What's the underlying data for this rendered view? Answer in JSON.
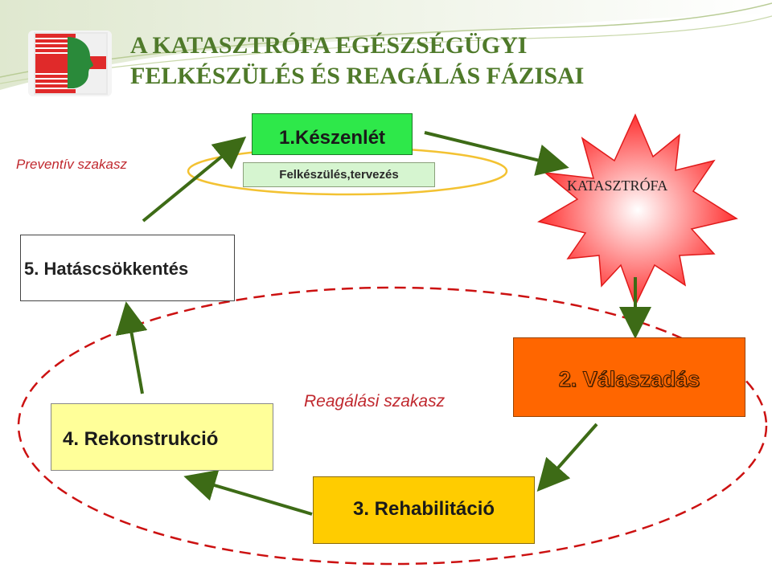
{
  "title_line1": "A KATASZTRÓFA EGÉSZSÉGÜGYI",
  "title_line2": "FELKÉSZÜLÉS ÉS REAGÁLÁS FÁZISAI",
  "preventive_label": "Preventív szakasz",
  "reactive_label": "Reagálási szakasz",
  "stage1": {
    "title": "1.Készenlét",
    "subtitle": "Felkészülés,tervezés"
  },
  "disaster_label": "KATASZTRÓFA",
  "stage2": "2. Válaszadás",
  "stage3": "3. Rehabilitáció",
  "stage4": "4. Rekonstrukció",
  "stage5": "5. Hatáscsökkentés",
  "colors": {
    "title": "#4f7a2a",
    "arrow": "#3d6b16",
    "stage1_fill": "#2ee84a",
    "stage2_fill": "#ff6600",
    "stage3_fill": "#ffcc00",
    "stage4_fill": "#ffff99",
    "burst_fill": "#ff3030",
    "dashed_ellipse": "#cc1111"
  },
  "icons": [
    "logo-icon",
    "starburst-icon"
  ]
}
